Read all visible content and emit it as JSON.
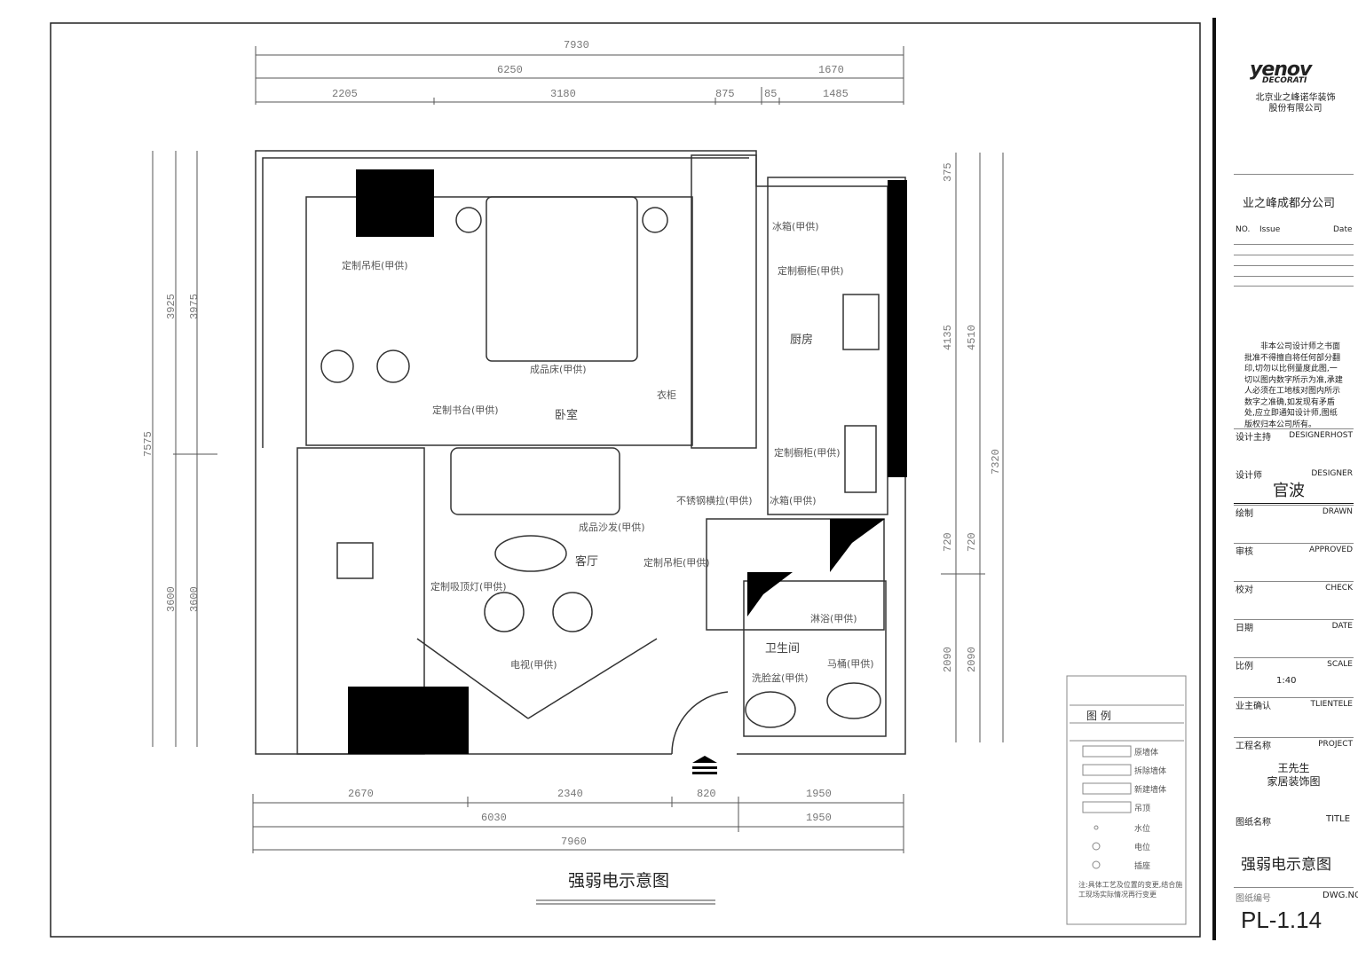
{
  "drawing_title": "强弱电示意图",
  "dimensions": {
    "top": {
      "overall": "7930",
      "mid": [
        "6250",
        "1670"
      ],
      "segments": [
        "2205",
        "3180",
        "875",
        "85",
        "1485"
      ]
    },
    "bottom": {
      "segments": [
        "2670",
        "2340",
        "820",
        "1950"
      ],
      "mid": [
        "6030",
        "1950"
      ],
      "overall": "7960"
    },
    "left": {
      "overall": "7575",
      "inner_a": [
        "3925",
        "3600"
      ],
      "inner_b": [
        "3975",
        "3600"
      ]
    },
    "right": {
      "inner_a": [
        "375",
        "4135",
        "720",
        "2090"
      ],
      "inner_b": [
        "4510",
        "720",
        "2090"
      ],
      "overall": "7320"
    }
  },
  "rooms": {
    "bedroom": "卧室",
    "kitchen": "厨房",
    "living": "客厅",
    "bathroom": "卫生间"
  },
  "labels": {
    "wall_cabinet": "定制吊柜(甲供)",
    "bed": "成品床(甲供)",
    "desk": "定制书台(甲供)",
    "wardrobe": "衣柜",
    "fridge": "冰箱(甲供)",
    "kitchen_cabinet": "定制橱柜(甲供)",
    "stove_cabinet": "定制橱柜(甲供)",
    "steel_rail": "不锈钢横拉(甲供)",
    "washer": "冰箱(甲供)",
    "sofa": "成品沙发(甲供)",
    "shoe_cabinet": "定制吊柜(甲供)",
    "ceiling_light": "定制吸顶灯(甲供)",
    "tv": "电视(甲供)",
    "shower": "淋浴(甲供)",
    "toilet": "马桶(甲供)",
    "basin": "洗脸盆(甲供)"
  },
  "legend": {
    "title": "图 例",
    "items": [
      "原墙体",
      "拆除墙体",
      "新建墙体",
      "吊顶",
      "水位",
      "电位",
      "插座"
    ],
    "note": "注:具体工艺及位置的变更,结合施工现场实际情况再行变更"
  },
  "title_block": {
    "logo": "yenov DECORATI",
    "company": "北京业之峰诺华装饰股份有限公司",
    "branch": "业之峰成都分公司",
    "issue_headers": [
      "NO.",
      "Issue",
      "Date"
    ],
    "disclaimer": "非本公司设计师之书面批准不得擅自将任何部分翻印,切勿以比例量度此图,一切以图内数字所示为准,承建人必须在工地核对图内所示数字之准确,如发现有矛盾处,应立即通知设计师,图纸版权归本公司所有。",
    "fields": [
      {
        "cn": "设计主持",
        "en": "DESIGNERHOST",
        "value": ""
      },
      {
        "cn": "设计师",
        "en": "DESIGNER",
        "value": "官波"
      },
      {
        "cn": "绘制",
        "en": "DRAWN",
        "value": ""
      },
      {
        "cn": "审核",
        "en": "APPROVED",
        "value": ""
      },
      {
        "cn": "校对",
        "en": "CHECK",
        "value": ""
      },
      {
        "cn": "日期",
        "en": "DATE",
        "value": ""
      },
      {
        "cn": "比例",
        "en": "SCALE",
        "value": "1:40"
      },
      {
        "cn": "业主确认",
        "en": "TLIENTELE",
        "value": ""
      },
      {
        "cn": "工程名称",
        "en": "PROJECT",
        "value": ""
      }
    ],
    "project_line1": "王先生",
    "project_line2": "家居装饰图",
    "title_cn": "图纸名称",
    "title_en": "TITLE",
    "title_value": "强弱电示意图",
    "dwg_cn": "图纸编号",
    "dwg_en": "DWG.NO",
    "dwg_value": "PL-1.14"
  }
}
